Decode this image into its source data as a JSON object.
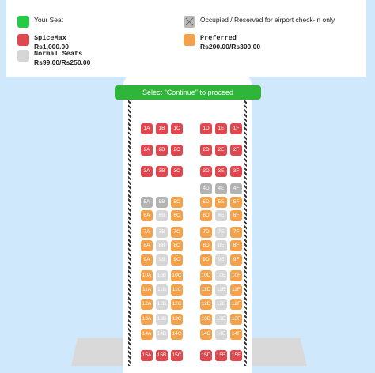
{
  "legend": {
    "your_seat": "Your Seat",
    "occupied": "Occupied / Reserved for airport check-in only",
    "spicemax": {
      "name": "SpiceMax",
      "price": "Rs1,000.00"
    },
    "preferred": {
      "name": "Preferred",
      "price": "Rs200.00/Rs300.00"
    },
    "normal": {
      "name": "Normal Seats",
      "price": "Rs99.00/Rs250.00"
    }
  },
  "colors": {
    "your_seat": "#22cc44",
    "spicemax": "#e0484f",
    "preferred": "#f3a24b",
    "normal": "#d6d6d6",
    "occupied": "#b3b3b3",
    "continue": "#2fb53a"
  },
  "continue_label": "Select \"Continue\" to proceed",
  "seat_rows": [
    {
      "row": 1,
      "seats": [
        [
          "1A",
          "spicemax"
        ],
        [
          "1B",
          "spicemax"
        ],
        [
          "1C",
          "spicemax"
        ],
        [
          "1D",
          "spicemax"
        ],
        [
          "1E",
          "spicemax"
        ],
        [
          "1F",
          "spicemax"
        ]
      ]
    },
    {
      "row": 2,
      "seats": [
        [
          "2A",
          "spicemax"
        ],
        [
          "2B",
          "spicemax"
        ],
        [
          "2C",
          "spicemax"
        ],
        [
          "2D",
          "spicemax"
        ],
        [
          "2E",
          "spicemax"
        ],
        [
          "2F",
          "spicemax"
        ]
      ]
    },
    {
      "row": 3,
      "seats": [
        [
          "3A",
          "spicemax"
        ],
        [
          "3B",
          "spicemax"
        ],
        [
          "3C",
          "spicemax"
        ],
        [
          "3D",
          "spicemax"
        ],
        [
          "3E",
          "spicemax"
        ],
        [
          "3F",
          "spicemax"
        ]
      ]
    },
    {
      "row": 4,
      "seats": [
        [
          "4D",
          "occupied"
        ],
        [
          "4E",
          "occupied"
        ],
        [
          "4F",
          "occupied"
        ]
      ]
    },
    {
      "row": 5,
      "seats": [
        [
          "5A",
          "occupied"
        ],
        [
          "5B",
          "occupied"
        ],
        [
          "5C",
          "preferred"
        ],
        [
          "5D",
          "preferred"
        ],
        [
          "5E",
          "preferred"
        ],
        [
          "5F",
          "preferred"
        ]
      ]
    },
    {
      "row": 6,
      "seats": [
        [
          "6A",
          "preferred"
        ],
        [
          "6B",
          "normal"
        ],
        [
          "6C",
          "preferred"
        ],
        [
          "6D",
          "preferred"
        ],
        [
          "6E",
          "normal"
        ],
        [
          "6F",
          "preferred"
        ]
      ]
    },
    {
      "row": 7,
      "seats": [
        [
          "7A",
          "preferred"
        ],
        [
          "7B",
          "normal"
        ],
        [
          "7C",
          "preferred"
        ],
        [
          "7D",
          "preferred"
        ],
        [
          "7E",
          "normal"
        ],
        [
          "7F",
          "preferred"
        ]
      ]
    },
    {
      "row": 8,
      "seats": [
        [
          "8A",
          "preferred"
        ],
        [
          "8B",
          "normal"
        ],
        [
          "8C",
          "preferred"
        ],
        [
          "8D",
          "preferred"
        ],
        [
          "8E",
          "normal"
        ],
        [
          "8F",
          "preferred"
        ]
      ]
    },
    {
      "row": 9,
      "seats": [
        [
          "9A",
          "preferred"
        ],
        [
          "9B",
          "normal"
        ],
        [
          "9C",
          "preferred"
        ],
        [
          "9D",
          "preferred"
        ],
        [
          "9E",
          "normal"
        ],
        [
          "9F",
          "preferred"
        ]
      ]
    },
    {
      "row": 10,
      "seats": [
        [
          "10A",
          "preferred"
        ],
        [
          "10B",
          "normal"
        ],
        [
          "10C",
          "preferred"
        ],
        [
          "10D",
          "preferred"
        ],
        [
          "10E",
          "normal"
        ],
        [
          "10F",
          "preferred"
        ]
      ]
    },
    {
      "row": 11,
      "seats": [
        [
          "11A",
          "preferred"
        ],
        [
          "11B",
          "normal"
        ],
        [
          "11C",
          "preferred"
        ],
        [
          "11D",
          "preferred"
        ],
        [
          "11E",
          "normal"
        ],
        [
          "11F",
          "preferred"
        ]
      ]
    },
    {
      "row": 12,
      "seats": [
        [
          "12A",
          "preferred"
        ],
        [
          "12B",
          "normal"
        ],
        [
          "12C",
          "preferred"
        ],
        [
          "12D",
          "preferred"
        ],
        [
          "12E",
          "normal"
        ],
        [
          "12F",
          "preferred"
        ]
      ]
    },
    {
      "row": 13,
      "seats": [
        [
          "13A",
          "preferred"
        ],
        [
          "13B",
          "normal"
        ],
        [
          "13C",
          "preferred"
        ],
        [
          "13D",
          "preferred"
        ],
        [
          "13E",
          "normal"
        ],
        [
          "13F",
          "preferred"
        ]
      ]
    },
    {
      "row": 14,
      "seats": [
        [
          "14A",
          "preferred"
        ],
        [
          "14B",
          "normal"
        ],
        [
          "14C",
          "preferred"
        ],
        [
          "14D",
          "preferred"
        ],
        [
          "14E",
          "normal"
        ],
        [
          "14F",
          "preferred"
        ]
      ]
    },
    {
      "row": 15,
      "seats": [
        [
          "15A",
          "spicemax"
        ],
        [
          "15B",
          "spicemax"
        ],
        [
          "15C",
          "spicemax"
        ],
        [
          "15D",
          "spicemax"
        ],
        [
          "15E",
          "spicemax"
        ],
        [
          "15F",
          "spicemax"
        ]
      ]
    }
  ]
}
